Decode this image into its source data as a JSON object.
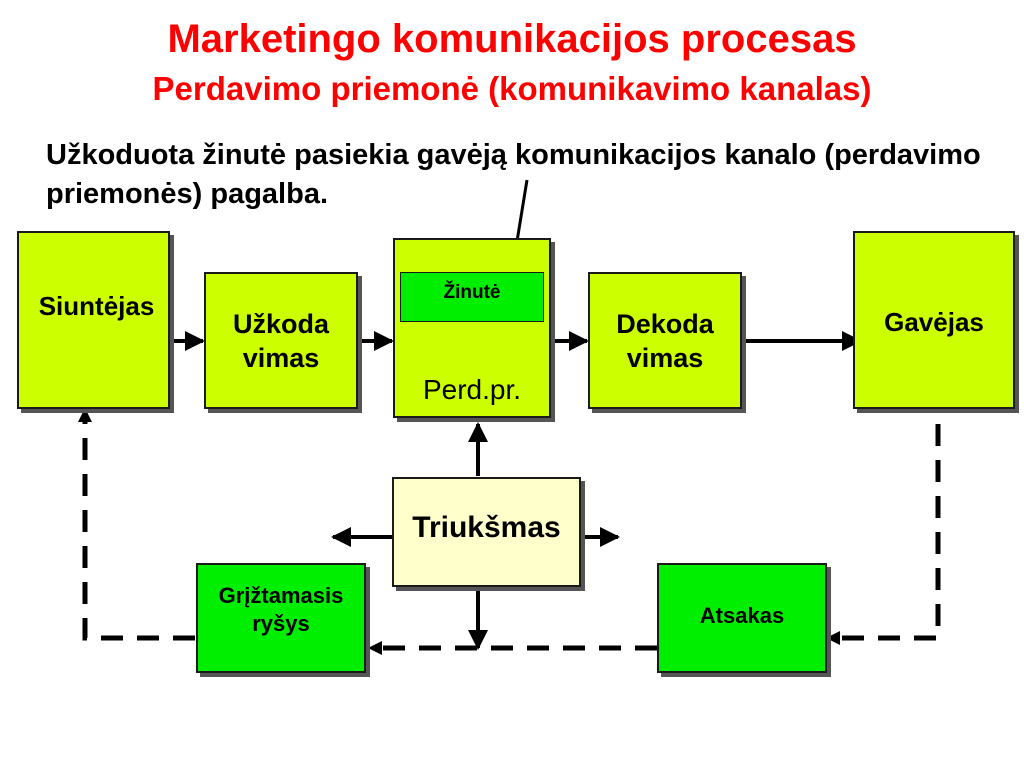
{
  "slide": {
    "title": "Marketingo komunikacijos procesas",
    "subtitle": "Perdavimo priemonė (komunikavimo kanalas)",
    "description": "Užkoduota žinutė pasiekia gavėją komunikacijos kanalo (perdavimo priemonės) pagalba."
  },
  "diagram": {
    "sender": "Siuntėjas",
    "encoding": "Užkoda vimas",
    "message": "Žinutė",
    "channel": "Perd.pr.",
    "decoding": "Dekoda vimas",
    "receiver": "Gavėjas",
    "noise": "Triukšmas",
    "feedback": "Grįžtamasis ryšys",
    "response": "Atsakas"
  },
  "colors": {
    "title": "#ff0000",
    "box_lime": "#ccff00",
    "box_green": "#00ee00",
    "box_noise": "#ffffcc"
  }
}
